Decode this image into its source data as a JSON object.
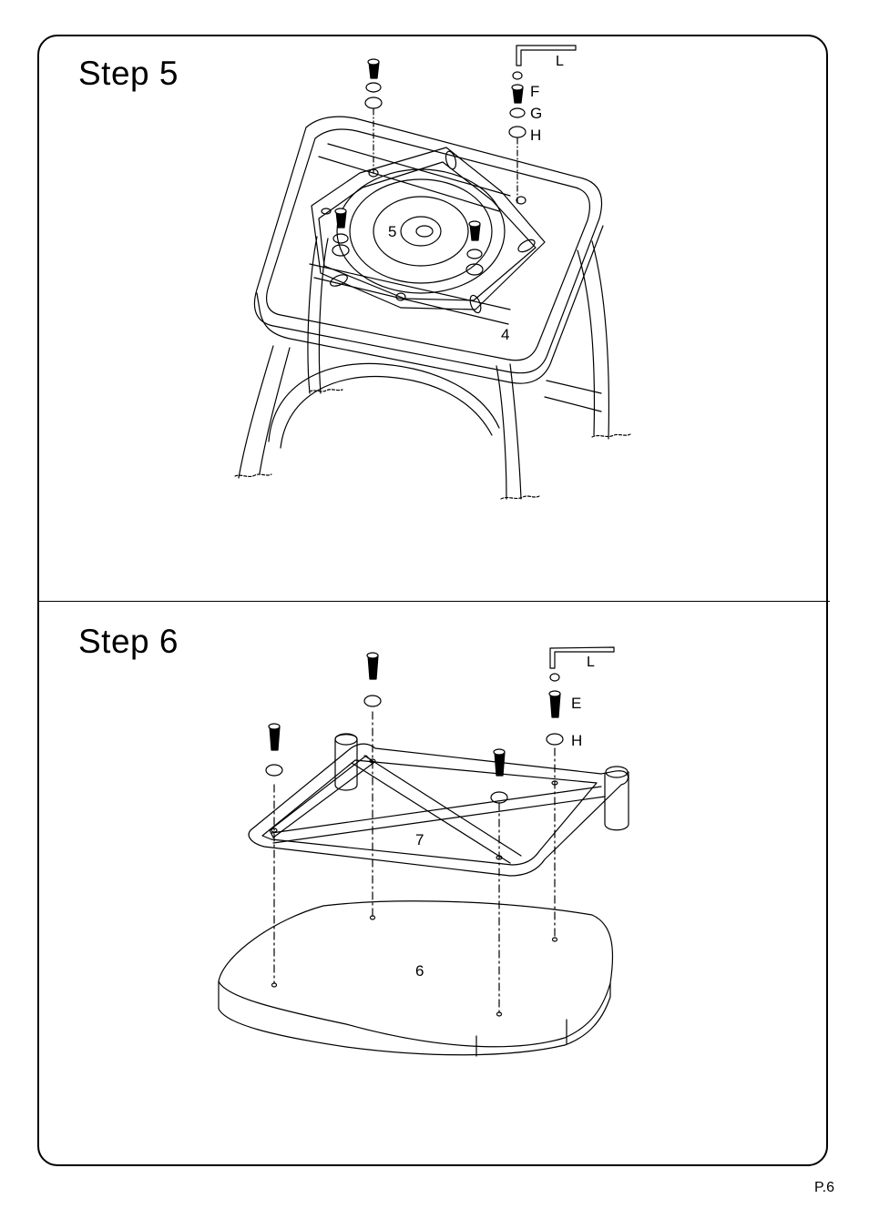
{
  "step5": {
    "title": "Step  5",
    "hardware_labels": {
      "tool": "L",
      "bolt": "F",
      "lock_washer": "G",
      "flat_washer": "H"
    },
    "part_labels": {
      "swivel_plate": "5",
      "frame": "4"
    }
  },
  "step6": {
    "title": "Step  6",
    "hardware_labels": {
      "tool": "L",
      "bolt": "E",
      "flat_washer": "H"
    },
    "part_labels": {
      "base_frame": "7",
      "seat": "6"
    }
  },
  "footer": {
    "page_number": "P.6"
  }
}
